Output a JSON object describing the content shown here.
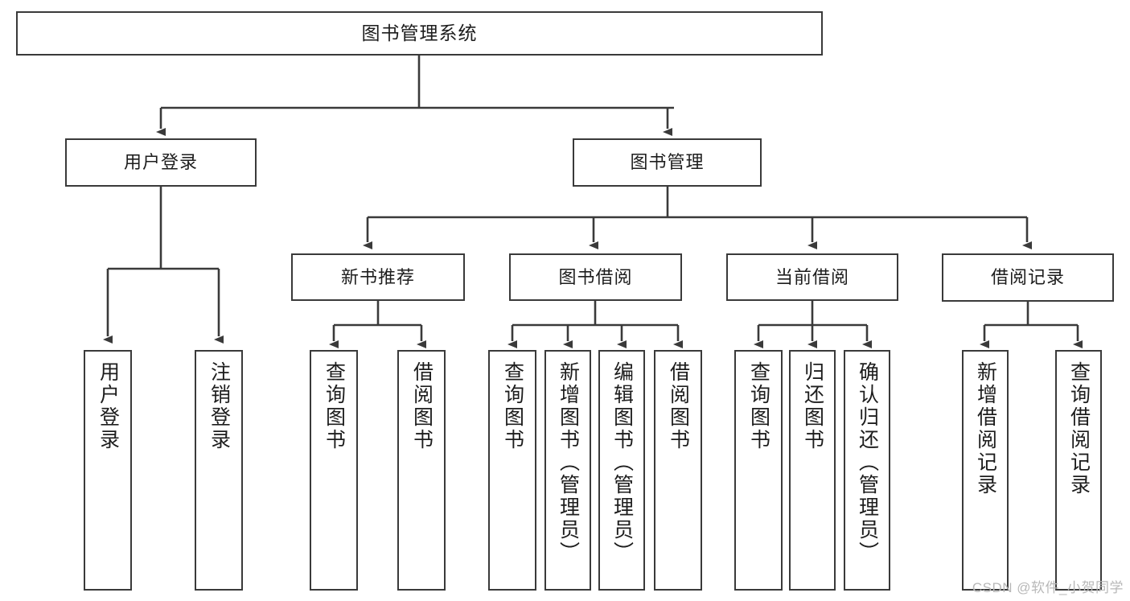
{
  "diagram": {
    "title": "图书管理系统",
    "type": "tree",
    "watermark": "CSDN @软件_小贺同学",
    "colors": {
      "box_border": "#3a3a3a",
      "box_fill": "#ffffff",
      "connector": "#3a3a3a",
      "text": "#1d1d1d",
      "watermark": "#b8b8b8"
    },
    "nodes": {
      "root": {
        "label": "图书管理系统"
      },
      "level2": [
        {
          "id": "user-login",
          "label": "用户登录"
        },
        {
          "id": "book-manage",
          "label": "图书管理"
        }
      ],
      "level3": [
        {
          "id": "new-book-recommend",
          "label": "新书推荐"
        },
        {
          "id": "book-borrow",
          "label": "图书借阅"
        },
        {
          "id": "current-borrow",
          "label": "当前借阅"
        },
        {
          "id": "borrow-record",
          "label": "借阅记录"
        }
      ],
      "leaves": {
        "user_login": [
          {
            "id": "leaf-user-login",
            "label": "用户登录"
          },
          {
            "id": "leaf-logout",
            "label": "注销登录"
          }
        ],
        "new_book_recommend": [
          {
            "id": "leaf-query-book-1",
            "label": "查询图书"
          },
          {
            "id": "leaf-borrow-book-1",
            "label": "借阅图书"
          }
        ],
        "book_borrow": [
          {
            "id": "leaf-query-book-2",
            "label": "查询图书"
          },
          {
            "id": "leaf-add-book",
            "label": "新增图书（管理员）"
          },
          {
            "id": "leaf-edit-book",
            "label": "编辑图书（管理员）"
          },
          {
            "id": "leaf-borrow-book-2",
            "label": "借阅图书"
          }
        ],
        "current_borrow": [
          {
            "id": "leaf-query-book-3",
            "label": "查询图书"
          },
          {
            "id": "leaf-return-book",
            "label": "归还图书"
          },
          {
            "id": "leaf-confirm-return",
            "label": "确认归还（管理员）"
          }
        ],
        "borrow_record": [
          {
            "id": "leaf-add-record",
            "label": "新增借阅记录"
          },
          {
            "id": "leaf-query-record",
            "label": "查询借阅记录"
          }
        ]
      }
    }
  }
}
